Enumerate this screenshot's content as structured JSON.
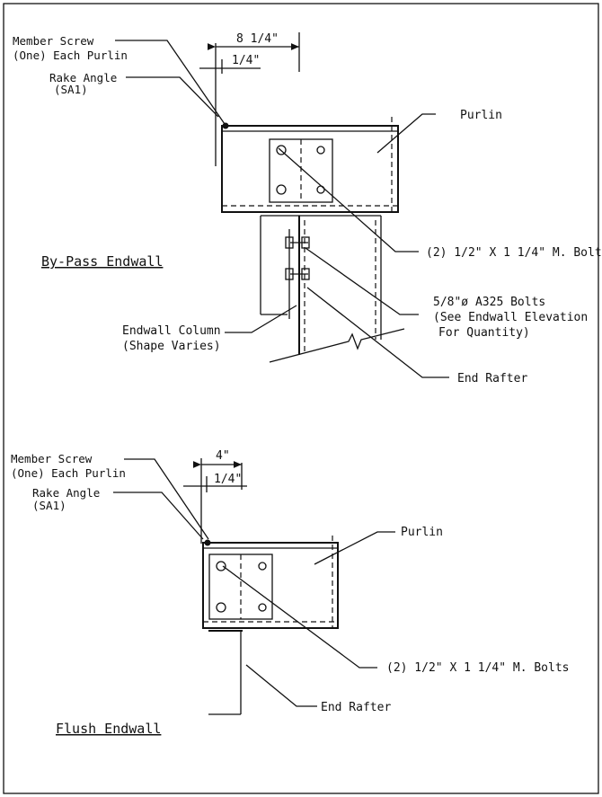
{
  "top_detail": {
    "dim_overall": "8 1/4\"",
    "dim_offset": "1/4\"",
    "member_screw_line1": "Member Screw",
    "member_screw_line2": "(One) Each Purlin",
    "rake_angle_line1": "Rake Angle",
    "rake_angle_line2": "(SA1)",
    "purlin": "Purlin",
    "purlin_bolts": "(2) 1/2\" X 1 1/4\" M. Bolt",
    "a325_line1": "5/8\"ø A325 Bolts",
    "a325_line2": "(See Endwall Elevation",
    "a325_line3": "For Quantity)",
    "endwall_column_line1": "Endwall Column",
    "endwall_column_line2": "(Shape Varies)",
    "end_rafter": "End Rafter",
    "title": "By-Pass Endwall"
  },
  "bottom_detail": {
    "dim_overall": "4\"",
    "dim_offset": "1/4\"",
    "member_screw_line1": "Member Screw",
    "member_screw_line2": "(One) Each Purlin",
    "rake_angle_line1": "Rake Angle",
    "rake_angle_line2": "(SA1)",
    "purlin": "Purlin",
    "purlin_bolts": "(2) 1/2\" X 1 1/4\" M. Bolts",
    "end_rafter": "End Rafter",
    "title": "Flush Endwall"
  }
}
